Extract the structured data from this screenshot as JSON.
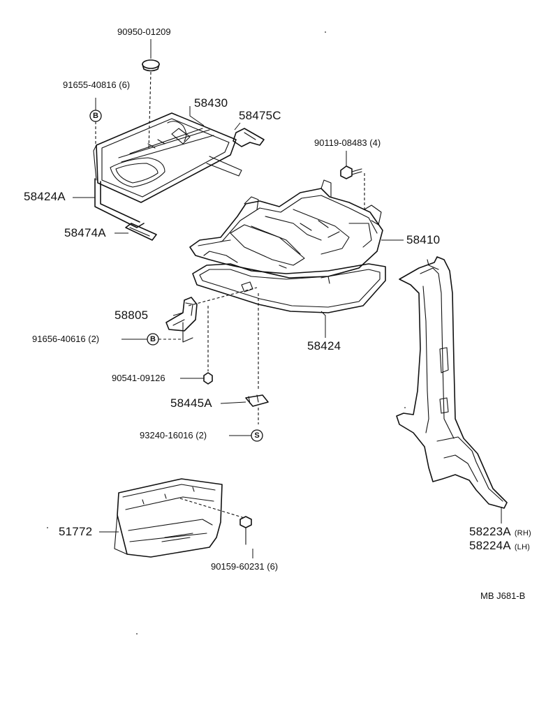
{
  "parts": {
    "p90950": "90950-01209",
    "p91655": "91655-40816 (6)",
    "p58430": "58430",
    "p58475C": "58475C",
    "p90119": "90119-08483 (4)",
    "p58424A": "58424A",
    "p58474A": "58474A",
    "p58410": "58410",
    "p58805": "58805",
    "p91656": "91656-40616 (2)",
    "p58424": "58424",
    "p90541": "90541-09126",
    "p58445A": "58445A",
    "p93240": "93240-16016 (2)",
    "p51772": "51772",
    "p90159": "90159-60231 (6)",
    "p58223A": "58223A",
    "p58223A_side": "(RH)",
    "p58224A": "58224A",
    "p58224A_side": "(LH)"
  },
  "callout_letters": {
    "b": "B",
    "s": "S"
  },
  "drawing_code": "MB  J681-B"
}
